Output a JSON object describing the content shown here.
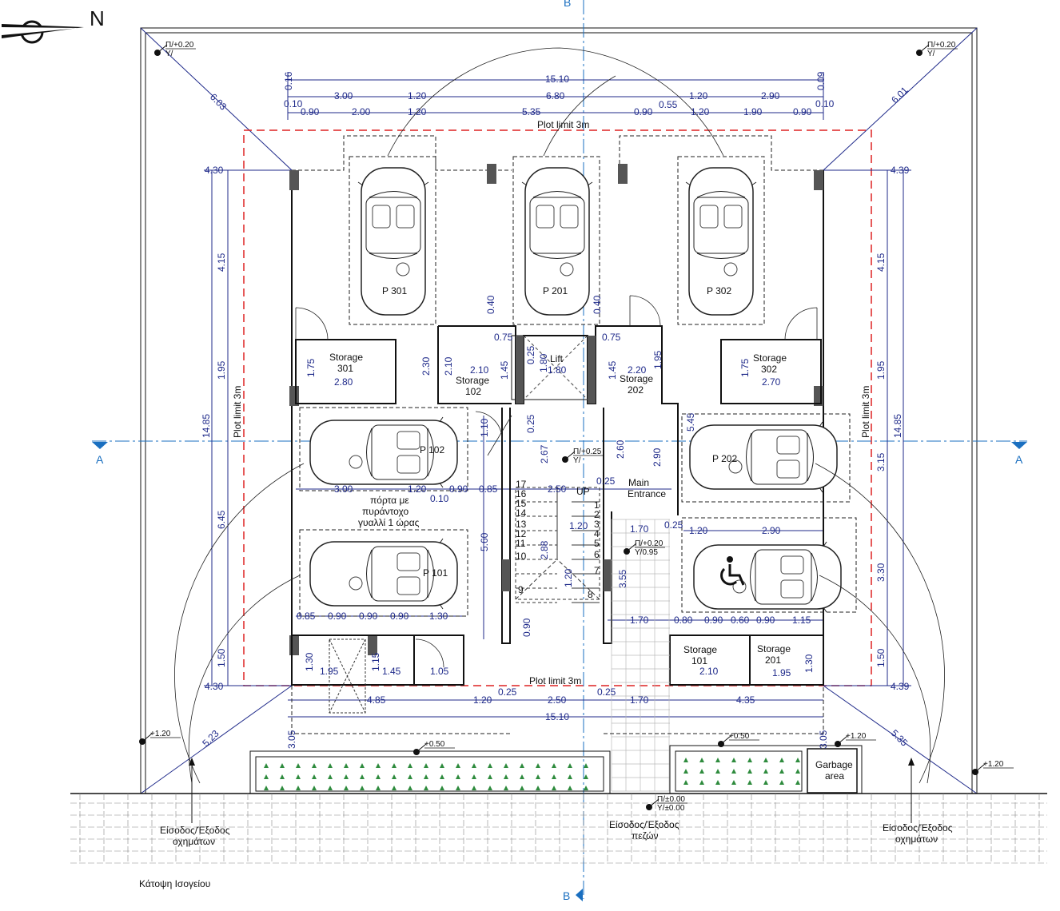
{
  "north_label": "N",
  "title": "Κάτοψη Ισογείου",
  "section_labels": {
    "a_left": "A",
    "a_right": "A",
    "b_top": "B",
    "b_bottom": "B"
  },
  "plot_limit": [
    "Plot limit 3m",
    "Plot limit 3m",
    "Plot limit 3m",
    "Plot limit 3m"
  ],
  "parking": {
    "p301": "P 301",
    "p201": "P 201",
    "p302": "P 302",
    "p102": "P 102",
    "p202": "P 202",
    "p101": "P 101"
  },
  "rooms": {
    "storage301": [
      "Storage",
      "301"
    ],
    "storage302": [
      "Storage",
      "302"
    ],
    "storage102": [
      "Storage",
      "102"
    ],
    "storage202": [
      "Storage",
      "202"
    ],
    "storage101": [
      "Storage",
      "101"
    ],
    "storage201": [
      "Storage",
      "201"
    ],
    "lift": "Lift",
    "main_entrance": [
      "Main",
      "Entrance"
    ],
    "up": "UP",
    "garbage": [
      "Garbage",
      "area"
    ]
  },
  "door_note": [
    "πόρτα με",
    "πυράντοχο",
    "γυαλλί 1 ώρας"
  ],
  "entrances": {
    "vehicles_left": [
      "Είσοδος/Έξοδος",
      "οχημάτων"
    ],
    "pedestrians": [
      "Είσοδος/Έξοδος",
      "πεζών"
    ],
    "vehicles_right": [
      "Είσοδος/Έξοδος",
      "οχημάτων"
    ]
  },
  "levels": [
    [
      "Π/+0.20",
      "Υ/"
    ],
    [
      "Π/+0.20",
      "Υ/"
    ],
    [
      "Π/+0.25",
      "Υ/"
    ],
    [
      "Π/+0.20",
      "Υ/0.95"
    ],
    [
      "+1.20"
    ],
    [
      "+0.50"
    ],
    [
      "+0.50"
    ],
    [
      "+1.20"
    ],
    [
      "+1.20"
    ],
    [
      "Π/±0.00",
      "Υ/±0.00"
    ]
  ],
  "stair_numbers": [
    "1",
    "2",
    "3",
    "4",
    "5",
    "6",
    "7",
    "8",
    "9",
    "10",
    "11",
    "12",
    "13",
    "14",
    "15",
    "16",
    "17"
  ],
  "dimensions": [
    "15.10",
    "3.00",
    "1.20",
    "6.80",
    "1.20",
    "2.90",
    "0.90",
    "2.00",
    "1.20",
    "5.35",
    "0.90",
    "0.55",
    "1.20",
    "1.90",
    "0.90",
    "6.03",
    "6.01",
    "4.15",
    "1.95",
    "6.45",
    "1.50",
    "14.85",
    "4.30",
    "4.30",
    "4.15",
    "1.95",
    "3.15",
    "3.30",
    "1.50",
    "14.85",
    "4.39",
    "4.39",
    "2.30",
    "2.10",
    "1.75",
    "2.80",
    "1.75",
    "2.70",
    "0.40",
    "0.40",
    "0.75",
    "0.75",
    "2.10",
    "1.45",
    "0.25",
    "1.80",
    "1.80",
    "1.45",
    "2.20",
    "1.95",
    "1.10",
    "0.25",
    "2.67",
    "2.60",
    "2.90",
    "5.45",
    "3.00",
    "1.20",
    "0.90",
    "0.85",
    "0.10",
    "2.50",
    "0.25",
    "5.60",
    "1.20",
    "3.55",
    "1.70",
    "0.25",
    "1.20",
    "2.90",
    "0.85",
    "0.90",
    "0.90",
    "0.90",
    "1.30",
    "1.70",
    "0.80",
    "0.90",
    "0.60",
    "0.90",
    "1.15",
    "1.30",
    "1.15",
    "1.95",
    "1.45",
    "1.05",
    "2.10",
    "1.95",
    "1.30",
    "4.85",
    "1.20",
    "2.50",
    "1.70",
    "4.35",
    "0.25",
    "0.25",
    "15.10",
    "5.23",
    "5.35",
    "3.05",
    "3.05",
    "0.90",
    "2.88",
    "1.20",
    "0.16",
    "0.10",
    "0.09",
    "0.10"
  ],
  "colors": {
    "dimension": "#1f2a8a",
    "plot_limit": "#dd2222",
    "axis": "#1a6fc0"
  }
}
